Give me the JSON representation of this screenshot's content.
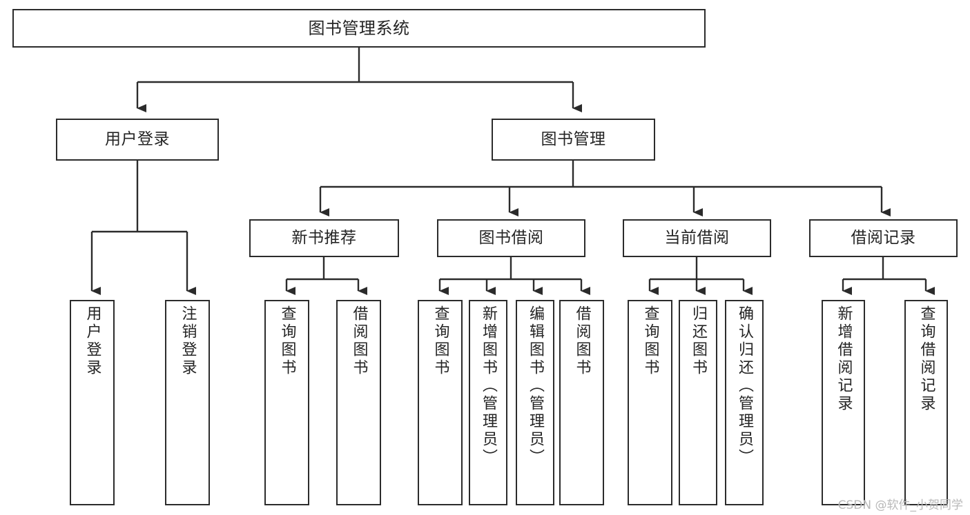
{
  "diagram": {
    "title": "图书管理系统",
    "type": "tree-hierarchy-chart",
    "colors": {
      "box_border": "#2b2b2b",
      "box_fill": "#ffffff",
      "text": "#242424",
      "edge": "#2b2b2b",
      "watermark": "#b9b9b9"
    },
    "watermark": "CSDN @软件_小贺同学",
    "levels": {
      "root": {
        "label": "图书管理系统"
      },
      "level2": [
        {
          "id": "user-login",
          "label": "用户登录"
        },
        {
          "id": "book-manage",
          "label": "图书管理"
        }
      ],
      "level3": [
        {
          "id": "new-book-recommend",
          "label": "新书推荐",
          "parent": "book-manage"
        },
        {
          "id": "book-borrow",
          "label": "图书借阅",
          "parent": "book-manage"
        },
        {
          "id": "current-borrow",
          "label": "当前借阅",
          "parent": "book-manage"
        },
        {
          "id": "borrow-record",
          "label": "借阅记录",
          "parent": "book-manage"
        }
      ],
      "leaves": [
        {
          "id": "leaf-user-login",
          "label": "用户登录",
          "parent": "user-login"
        },
        {
          "id": "leaf-logout-login",
          "label": "注销登录",
          "parent": "user-login"
        },
        {
          "id": "leaf-query-book-1",
          "label": "查询图书",
          "parent": "new-book-recommend"
        },
        {
          "id": "leaf-borrow-book-1",
          "label": "借阅图书",
          "parent": "new-book-recommend"
        },
        {
          "id": "leaf-query-book-2",
          "label": "查询图书",
          "parent": "book-borrow"
        },
        {
          "id": "leaf-add-book",
          "label": "新增图书（管理员）",
          "parent": "book-borrow"
        },
        {
          "id": "leaf-edit-book",
          "label": "编辑图书（管理员）",
          "parent": "book-borrow"
        },
        {
          "id": "leaf-borrow-book-2",
          "label": "借阅图书",
          "parent": "book-borrow"
        },
        {
          "id": "leaf-query-book-3",
          "label": "查询图书",
          "parent": "current-borrow"
        },
        {
          "id": "leaf-return-book",
          "label": "归还图书",
          "parent": "current-borrow"
        },
        {
          "id": "leaf-confirm-return",
          "label": "确认归还（管理员）",
          "parent": "current-borrow"
        },
        {
          "id": "leaf-add-record",
          "label": "新增借阅记录",
          "parent": "borrow-record"
        },
        {
          "id": "leaf-query-record",
          "label": "查询借阅记录",
          "parent": "borrow-record"
        }
      ]
    }
  }
}
